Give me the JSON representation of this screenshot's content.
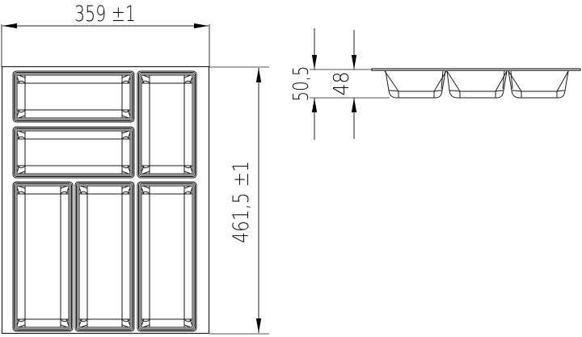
{
  "drawing": {
    "type": "technical-drawing",
    "subject": "drawer cutlery insert tray",
    "colors": {
      "line": "#1a1a1a",
      "dimension_line": "#444444",
      "background": "#ffffff"
    }
  },
  "top_view": {
    "width_dimension": {
      "value": "359",
      "tolerance": "±1",
      "label": "359 ±1"
    },
    "depth_dimension": {
      "value": "461,5",
      "tolerance": "±1",
      "label": "461,5 ±1"
    },
    "compartments": [
      {
        "id": "top-left-upper",
        "orientation": "horizontal"
      },
      {
        "id": "top-left-lower",
        "orientation": "horizontal"
      },
      {
        "id": "top-right",
        "orientation": "vertical"
      },
      {
        "id": "bottom-left",
        "orientation": "vertical"
      },
      {
        "id": "bottom-middle",
        "orientation": "vertical"
      },
      {
        "id": "bottom-right",
        "orientation": "vertical"
      }
    ]
  },
  "side_view": {
    "overall_height": {
      "value": "50,5",
      "label": "50,5"
    },
    "inner_height": {
      "value": "48",
      "label": "48"
    },
    "visible_wells": 3
  }
}
